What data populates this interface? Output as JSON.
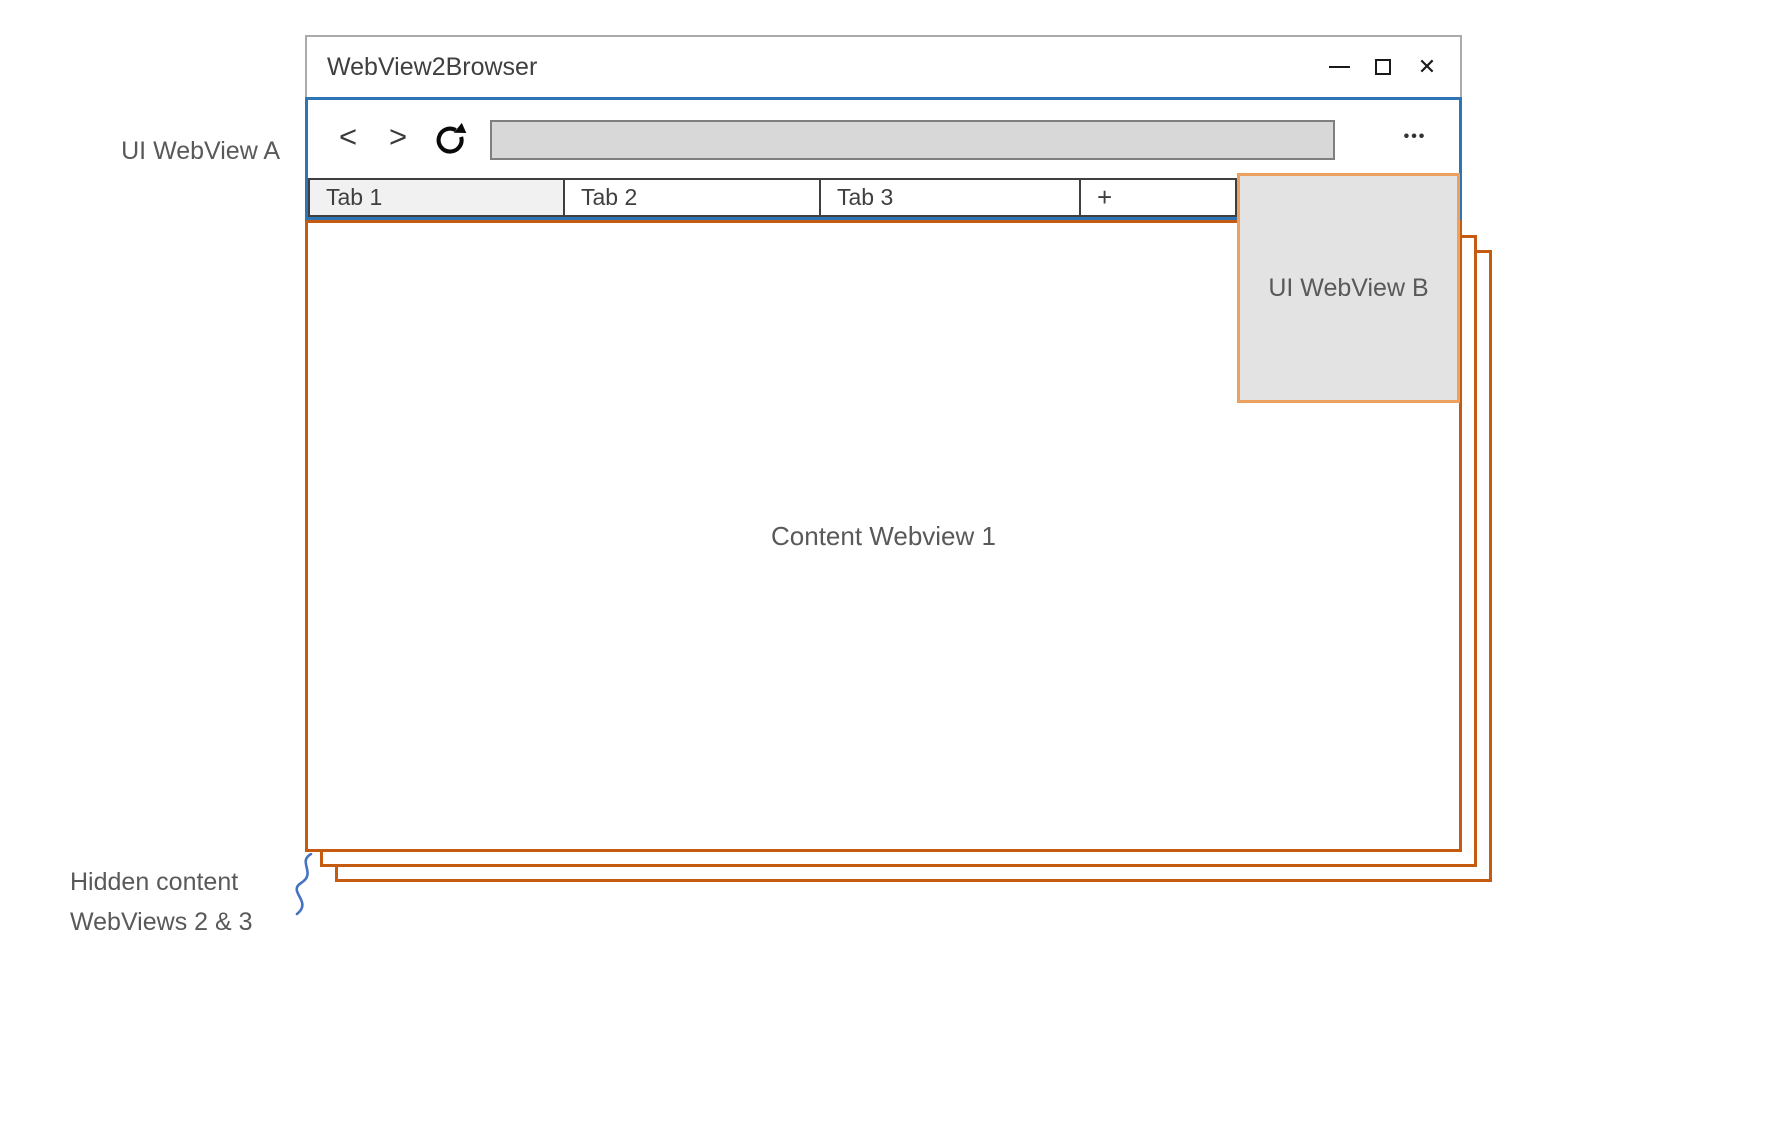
{
  "window": {
    "title": "WebView2Browser",
    "close_glyph": "✕"
  },
  "toolbar": {
    "back_label": "<",
    "forward_label": ">",
    "menu_label": "•••",
    "address_value": ""
  },
  "tabs": [
    {
      "label": "Tab 1",
      "active": true
    },
    {
      "label": "Tab 2",
      "active": false
    },
    {
      "label": "Tab 3",
      "active": false
    },
    {
      "label": "+",
      "active": false
    }
  ],
  "content": {
    "webview1_label": "Content Webview 1"
  },
  "annotations": {
    "ui_webview_a_label": "UI WebView A",
    "ui_webview_b_label": "UI WebView B",
    "hidden_webviews_line1": "Hidden content",
    "hidden_webviews_line2": "WebViews 2 & 3"
  },
  "colors": {
    "ui_frame_blue": "#2e75b6",
    "content_orange": "#c55a11",
    "webview_b_orange": "#eda15e",
    "annotation_blue": "#4472c4",
    "label_gray": "#595959"
  }
}
